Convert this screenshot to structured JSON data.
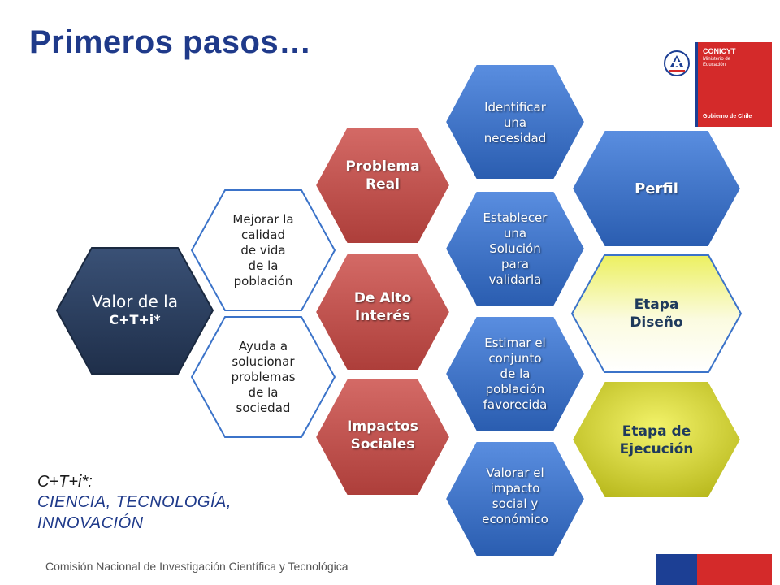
{
  "title": "Primeros pasos…",
  "logo": {
    "name": "CONICYT",
    "ministry": "Ministerio de Educación",
    "government": "Gobierno de Chile",
    "colors": {
      "blue": "#1c3f94",
      "red": "#d42a2a"
    }
  },
  "hexagons": {
    "valor": {
      "line1": "Valor de la",
      "line2": "C+T+i*"
    },
    "mejorar": "Mejorar la\ncalidad\nde vida\nde la\npoblación",
    "ayuda": "Ayuda a\nsolucionar\nproblemas\nde la\nsociedad",
    "problema_real": "Problema\nReal",
    "alto_interes": "De Alto\nInterés",
    "impactos": "Impactos\nSociales",
    "identificar": "Identificar\nuna\nnecesidad",
    "establecer": "Establecer\nuna\nSolución\npara\nvalidarla",
    "estimar": "Estimar el\nconjunto\nde la\npoblación\nfavorecida",
    "valorar": "Valorar el\nimpacto\nsocial y\neconómico",
    "perfil": "Perfil",
    "diseno": "Etapa\nDiseño",
    "ejecucion": "Etapa de\nEjecución"
  },
  "colors": {
    "navy": "#2a3d5c",
    "red": "#c0504d",
    "blue": "#3b73c9",
    "yellow": "#d8d82a"
  },
  "footnote": {
    "line1": "C+T+i*:",
    "line2": "CIENCIA, TECNOLOGÍA,",
    "line3": "INNOVACIÓN"
  },
  "footer": "Comisión Nacional de Investigación Científica y Tecnológica"
}
